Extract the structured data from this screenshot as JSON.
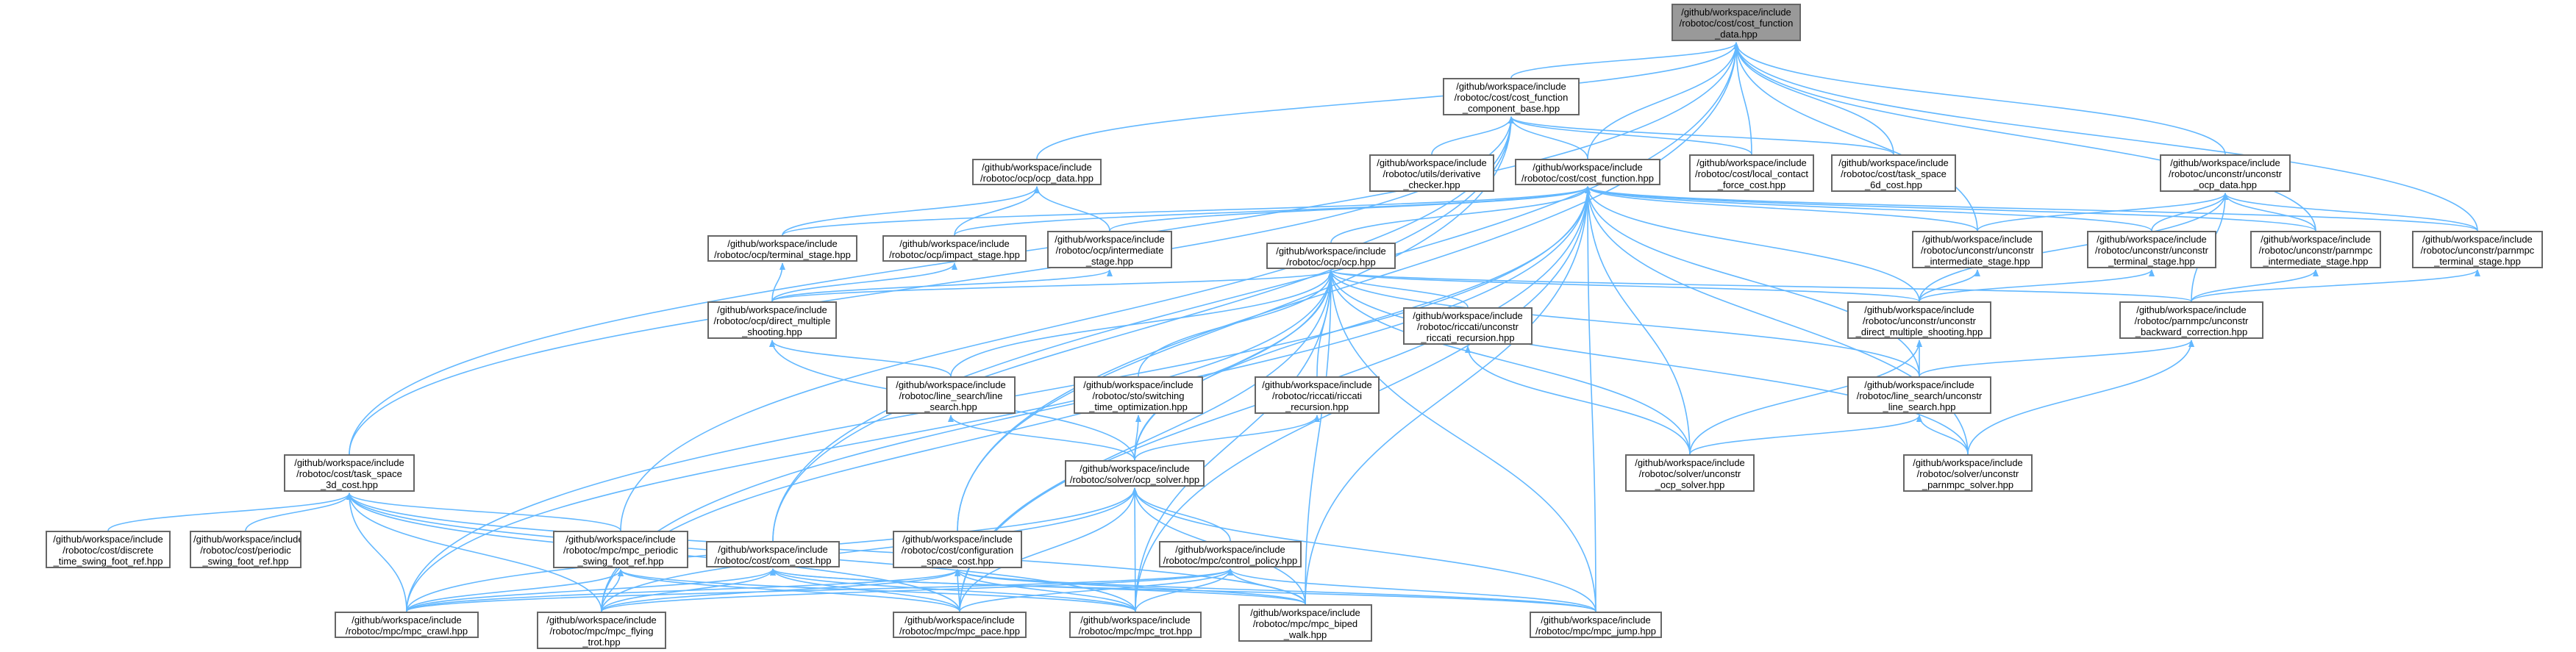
{
  "graph": {
    "colors": {
      "edge": "#63b8ff",
      "node_border": "#666666",
      "root_fill": "#999999",
      "node_fill": "#ffffff",
      "text": "#000000"
    },
    "nodes": [
      {
        "id": "root",
        "lines": [
          "/github/workspace/include",
          "/robotoc/cost/cost_function",
          "_data.hpp"
        ]
      },
      {
        "id": "cfcb",
        "lines": [
          "/github/workspace/include",
          "/robotoc/cost/cost_function",
          "_component_base.hpp"
        ]
      },
      {
        "id": "ocpdata",
        "lines": [
          "/github/workspace/include",
          "/robotoc/ocp/ocp_data.hpp"
        ]
      },
      {
        "id": "deriv",
        "lines": [
          "/github/workspace/include",
          "/robotoc/utils/derivative",
          "_checker.hpp"
        ]
      },
      {
        "id": "costfn",
        "lines": [
          "/github/workspace/include",
          "/robotoc/cost/cost_function.hpp"
        ]
      },
      {
        "id": "lcfc",
        "lines": [
          "/github/workspace/include",
          "/robotoc/cost/local_contact",
          "_force_cost.hpp"
        ]
      },
      {
        "id": "ts6d",
        "lines": [
          "/github/workspace/include",
          "/robotoc/cost/task_space",
          "_6d_cost.hpp"
        ]
      },
      {
        "id": "uocpdata",
        "lines": [
          "/github/workspace/include",
          "/robotoc/unconstr/unconstr",
          "_ocp_data.hpp"
        ]
      },
      {
        "id": "term",
        "lines": [
          "/github/workspace/include",
          "/robotoc/ocp/terminal_stage.hpp"
        ]
      },
      {
        "id": "impact",
        "lines": [
          "/github/workspace/include",
          "/robotoc/ocp/impact_stage.hpp"
        ]
      },
      {
        "id": "inter",
        "lines": [
          "/github/workspace/include",
          "/robotoc/ocp/intermediate",
          "_stage.hpp"
        ]
      },
      {
        "id": "ocp",
        "lines": [
          "/github/workspace/include",
          "/robotoc/ocp/ocp.hpp"
        ]
      },
      {
        "id": "uinter",
        "lines": [
          "/github/workspace/include",
          "/robotoc/unconstr/unconstr",
          "_intermediate_stage.hpp"
        ]
      },
      {
        "id": "uterm",
        "lines": [
          "/github/workspace/include",
          "/robotoc/unconstr/unconstr",
          "_terminal_stage.hpp"
        ]
      },
      {
        "id": "pinter",
        "lines": [
          "/github/workspace/include",
          "/robotoc/unconstr/parnmpc",
          "_intermediate_stage.hpp"
        ]
      },
      {
        "id": "pterm",
        "lines": [
          "/github/workspace/include",
          "/robotoc/unconstr/parnmpc",
          "_terminal_stage.hpp"
        ]
      },
      {
        "id": "dms",
        "lines": [
          "/github/workspace/include",
          "/robotoc/ocp/direct_multiple",
          "_shooting.hpp"
        ]
      },
      {
        "id": "riccunc",
        "lines": [
          "/github/workspace/include",
          "/robotoc/riccati/unconstr",
          "_riccati_recursion.hpp"
        ]
      },
      {
        "id": "udms",
        "lines": [
          "/github/workspace/include",
          "/robotoc/unconstr/unconstr",
          "_direct_multiple_shooting.hpp"
        ]
      },
      {
        "id": "pbc",
        "lines": [
          "/github/workspace/include",
          "/robotoc/parnmpc/unconstr",
          "_backward_correction.hpp"
        ]
      },
      {
        "id": "ls",
        "lines": [
          "/github/workspace/include",
          "/robotoc/line_search/line",
          "_search.hpp"
        ]
      },
      {
        "id": "sto",
        "lines": [
          "/github/workspace/include",
          "/robotoc/sto/switching",
          "_time_optimization.hpp"
        ]
      },
      {
        "id": "ricc",
        "lines": [
          "/github/workspace/include",
          "/robotoc/riccati/riccati",
          "_recursion.hpp"
        ]
      },
      {
        "id": "uls",
        "lines": [
          "/github/workspace/include",
          "/robotoc/line_search/unconstr",
          "_line_search.hpp"
        ]
      },
      {
        "id": "ocpsolver",
        "lines": [
          "/github/workspace/include",
          "/robotoc/solver/ocp_solver.hpp"
        ]
      },
      {
        "id": "uocpsolver",
        "lines": [
          "/github/workspace/include",
          "/robotoc/solver/unconstr",
          "_ocp_solver.hpp"
        ]
      },
      {
        "id": "upsolver",
        "lines": [
          "/github/workspace/include",
          "/robotoc/solver/unconstr",
          "_parnmpc_solver.hpp"
        ]
      },
      {
        "id": "ts3d",
        "lines": [
          "/github/workspace/include",
          "/robotoc/cost/task_space",
          "_3d_cost.hpp"
        ]
      },
      {
        "id": "dtsfr",
        "lines": [
          "/github/workspace/include",
          "/robotoc/cost/discrete",
          "_time_swing_foot_ref.hpp"
        ]
      },
      {
        "id": "psfr",
        "lines": [
          "/github/workspace/include",
          "/robotoc/cost/periodic",
          "_swing_foot_ref.hpp"
        ]
      },
      {
        "id": "mpsfr",
        "lines": [
          "/github/workspace/include",
          "/robotoc/mpc/mpc_periodic",
          "_swing_foot_ref.hpp"
        ]
      },
      {
        "id": "com",
        "lines": [
          "/github/workspace/include",
          "/robotoc/cost/com_cost.hpp"
        ]
      },
      {
        "id": "config",
        "lines": [
          "/github/workspace/include",
          "/robotoc/cost/configuration",
          "_space_cost.hpp"
        ]
      },
      {
        "id": "ctrl",
        "lines": [
          "/github/workspace/include",
          "/robotoc/mpc/control_policy.hpp"
        ]
      },
      {
        "id": "crawl",
        "lines": [
          "/github/workspace/include",
          "/robotoc/mpc/mpc_crawl.hpp"
        ]
      },
      {
        "id": "flying",
        "lines": [
          "/github/workspace/include",
          "/robotoc/mpc/mpc_flying",
          "_trot.hpp"
        ]
      },
      {
        "id": "pace",
        "lines": [
          "/github/workspace/include",
          "/robotoc/mpc/mpc_pace.hpp"
        ]
      },
      {
        "id": "trot",
        "lines": [
          "/github/workspace/include",
          "/robotoc/mpc/mpc_trot.hpp"
        ]
      },
      {
        "id": "biped",
        "lines": [
          "/github/workspace/include",
          "/robotoc/mpc/mpc_biped",
          "_walk.hpp"
        ]
      },
      {
        "id": "jump",
        "lines": [
          "/github/workspace/include",
          "/robotoc/mpc/mpc_jump.hpp"
        ]
      }
    ],
    "edges": [
      [
        "cfcb",
        "root"
      ],
      [
        "ocpdata",
        "root"
      ],
      [
        "costfn",
        "root"
      ],
      [
        "lcfc",
        "root"
      ],
      [
        "ts6d",
        "root"
      ],
      [
        "uocpdata",
        "root"
      ],
      [
        "uinter",
        "root"
      ],
      [
        "pinter",
        "root"
      ],
      [
        "pterm",
        "root"
      ],
      [
        "ts3d",
        "root"
      ],
      [
        "com",
        "root"
      ],
      [
        "config",
        "root"
      ],
      [
        "deriv",
        "cfcb"
      ],
      [
        "costfn",
        "cfcb"
      ],
      [
        "lcfc",
        "cfcb"
      ],
      [
        "ts6d",
        "cfcb"
      ],
      [
        "ts3d",
        "cfcb"
      ],
      [
        "com",
        "cfcb"
      ],
      [
        "config",
        "cfcb"
      ],
      [
        "mpsfr",
        "cfcb"
      ],
      [
        "term",
        "ocpdata"
      ],
      [
        "impact",
        "ocpdata"
      ],
      [
        "inter",
        "ocpdata"
      ],
      [
        "term",
        "costfn"
      ],
      [
        "impact",
        "costfn"
      ],
      [
        "inter",
        "costfn"
      ],
      [
        "ocp",
        "costfn"
      ],
      [
        "uinter",
        "costfn"
      ],
      [
        "uterm",
        "costfn"
      ],
      [
        "pinter",
        "costfn"
      ],
      [
        "pterm",
        "costfn"
      ],
      [
        "udms",
        "costfn"
      ],
      [
        "uls",
        "costfn"
      ],
      [
        "uocpsolver",
        "costfn"
      ],
      [
        "upsolver",
        "costfn"
      ],
      [
        "ocpsolver",
        "costfn"
      ],
      [
        "crawl",
        "costfn"
      ],
      [
        "flying",
        "costfn"
      ],
      [
        "pace",
        "costfn"
      ],
      [
        "trot",
        "costfn"
      ],
      [
        "biped",
        "costfn"
      ],
      [
        "jump",
        "costfn"
      ],
      [
        "uinter",
        "uocpdata"
      ],
      [
        "uterm",
        "uocpdata"
      ],
      [
        "pinter",
        "uocpdata"
      ],
      [
        "pterm",
        "uocpdata"
      ],
      [
        "udms",
        "uocpdata"
      ],
      [
        "pbc",
        "uocpdata"
      ],
      [
        "dms",
        "term"
      ],
      [
        "dms",
        "impact"
      ],
      [
        "dms",
        "inter"
      ],
      [
        "dms",
        "ocp"
      ],
      [
        "riccunc",
        "ocp"
      ],
      [
        "udms",
        "ocp"
      ],
      [
        "pbc",
        "ocp"
      ],
      [
        "ls",
        "ocp"
      ],
      [
        "sto",
        "ocp"
      ],
      [
        "ricc",
        "ocp"
      ],
      [
        "uls",
        "ocp"
      ],
      [
        "ocpsolver",
        "ocp"
      ],
      [
        "uocpsolver",
        "ocp"
      ],
      [
        "upsolver",
        "ocp"
      ],
      [
        "crawl",
        "ocp"
      ],
      [
        "flying",
        "ocp"
      ],
      [
        "pace",
        "ocp"
      ],
      [
        "trot",
        "ocp"
      ],
      [
        "biped",
        "ocp"
      ],
      [
        "jump",
        "ocp"
      ],
      [
        "udms",
        "uinter"
      ],
      [
        "udms",
        "uterm"
      ],
      [
        "pbc",
        "pinter"
      ],
      [
        "pbc",
        "pterm"
      ],
      [
        "ls",
        "dms"
      ],
      [
        "ocpsolver",
        "dms"
      ],
      [
        "uocpsolver",
        "riccunc"
      ],
      [
        "uls",
        "udms"
      ],
      [
        "uocpsolver",
        "udms"
      ],
      [
        "uls",
        "pbc"
      ],
      [
        "upsolver",
        "pbc"
      ],
      [
        "ocpsolver",
        "ls"
      ],
      [
        "ocpsolver",
        "sto"
      ],
      [
        "ocpsolver",
        "ricc"
      ],
      [
        "uocpsolver",
        "uls"
      ],
      [
        "upsolver",
        "uls"
      ],
      [
        "ctrl",
        "ocpsolver"
      ],
      [
        "crawl",
        "ocpsolver"
      ],
      [
        "flying",
        "ocpsolver"
      ],
      [
        "pace",
        "ocpsolver"
      ],
      [
        "trot",
        "ocpsolver"
      ],
      [
        "biped",
        "ocpsolver"
      ],
      [
        "jump",
        "ocpsolver"
      ],
      [
        "dtsfr",
        "ts3d"
      ],
      [
        "psfr",
        "ts3d"
      ],
      [
        "mpsfr",
        "ts3d"
      ],
      [
        "crawl",
        "ts3d"
      ],
      [
        "flying",
        "ts3d"
      ],
      [
        "pace",
        "ts3d"
      ],
      [
        "trot",
        "ts3d"
      ],
      [
        "biped",
        "ts3d"
      ],
      [
        "crawl",
        "mpsfr"
      ],
      [
        "flying",
        "mpsfr"
      ],
      [
        "pace",
        "mpsfr"
      ],
      [
        "trot",
        "mpsfr"
      ],
      [
        "crawl",
        "com"
      ],
      [
        "flying",
        "com"
      ],
      [
        "pace",
        "com"
      ],
      [
        "trot",
        "com"
      ],
      [
        "biped",
        "com"
      ],
      [
        "jump",
        "com"
      ],
      [
        "crawl",
        "config"
      ],
      [
        "flying",
        "config"
      ],
      [
        "pace",
        "config"
      ],
      [
        "trot",
        "config"
      ],
      [
        "biped",
        "config"
      ],
      [
        "jump",
        "config"
      ],
      [
        "crawl",
        "ctrl"
      ],
      [
        "flying",
        "ctrl"
      ],
      [
        "pace",
        "ctrl"
      ],
      [
        "trot",
        "ctrl"
      ],
      [
        "biped",
        "ctrl"
      ],
      [
        "jump",
        "ctrl"
      ]
    ]
  }
}
